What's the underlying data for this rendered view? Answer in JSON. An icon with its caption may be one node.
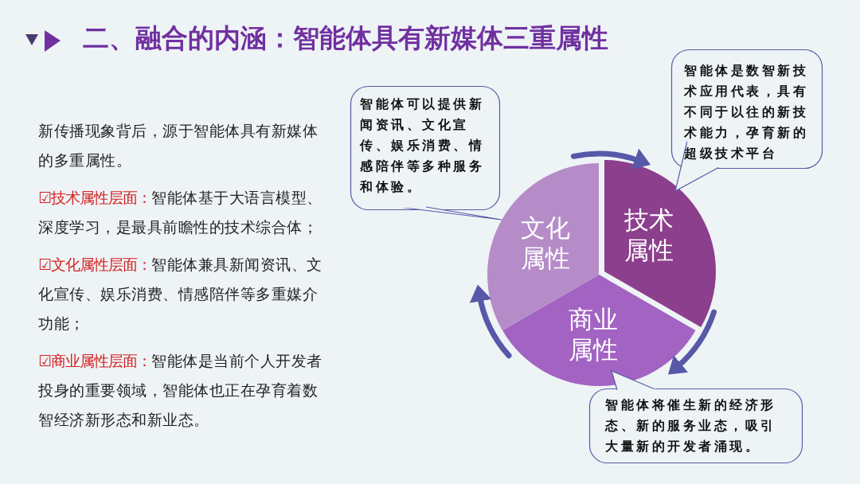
{
  "diagram": {
    "title": "二、融合的内涵：智能体具有新媒体三重属性",
    "nodes": [
      {
        "text": [
          "文化属性"
        ]
      },
      {
        "text": [
          "技术属性"
        ]
      },
      {
        "text": [
          "商业属性"
        ]
      },
      {
        "text": [
          "智能体可以提供新闻资讯、文化宣传、娱乐消费、情感陪伴等多种服务和体验。"
        ]
      },
      {
        "text": [
          "智能体是数智新技术应用代表，具有不同于以往的新技术能力，孕育新的超级技术平台"
        ]
      },
      {
        "text": [
          "智能体将催生新的经济形态、新的服务业态，吸引大量新的开发者涌现。"
        ]
      }
    ],
    "edges": [
      {
        "from": 0,
        "to": 1,
        "arrow": "to"
      },
      {
        "from": 1,
        "to": 2,
        "arrow": "to"
      },
      {
        "from": 2,
        "to": 0,
        "arrow": "to"
      }
    ],
    "labels": [
      "新传播现象背后，源于智能体具有新媒体的多重属性。",
      "☑技术属性层面：",
      "智能体基于大语言模型、深度学习，是最具前瞻性的技术综合体；",
      "☑文化属性层面：",
      "智能体兼具新闻资讯、文化宣传、娱乐消费、情感陪伴等多重媒介功能；",
      "☑商业属性层面：",
      "智能体是当前个人开发者投身的重要领域，智能体也正在孕育着数智经济新形态和新业态。"
    ]
  }
}
